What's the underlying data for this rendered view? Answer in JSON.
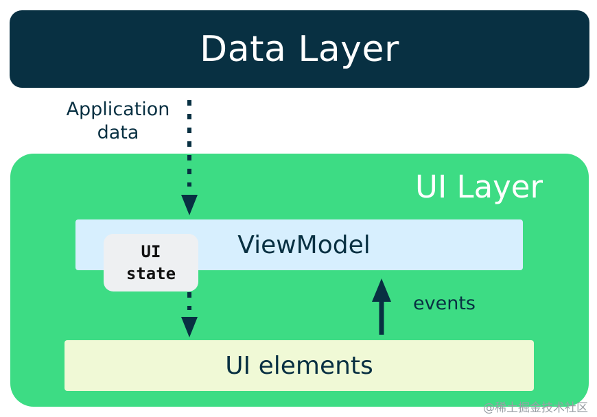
{
  "data_layer": {
    "title": "Data Layer"
  },
  "application_data": {
    "line1": "Application",
    "line2": "data"
  },
  "ui_layer": {
    "title": "UI Layer",
    "viewmodel": "ViewModel",
    "ui_state": {
      "line1": "UI",
      "line2": "state"
    },
    "events": "events",
    "ui_elements": "UI elements"
  },
  "watermark": "@稀土掘金技术社区",
  "colors": {
    "data_layer_bg": "#083042",
    "ui_layer_bg": "#3ddc84",
    "viewmodel_bg": "#d7effe",
    "ui_elements_bg": "#f0f9d6",
    "ui_state_bg": "#eef0f2",
    "text_dark": "#083042"
  }
}
